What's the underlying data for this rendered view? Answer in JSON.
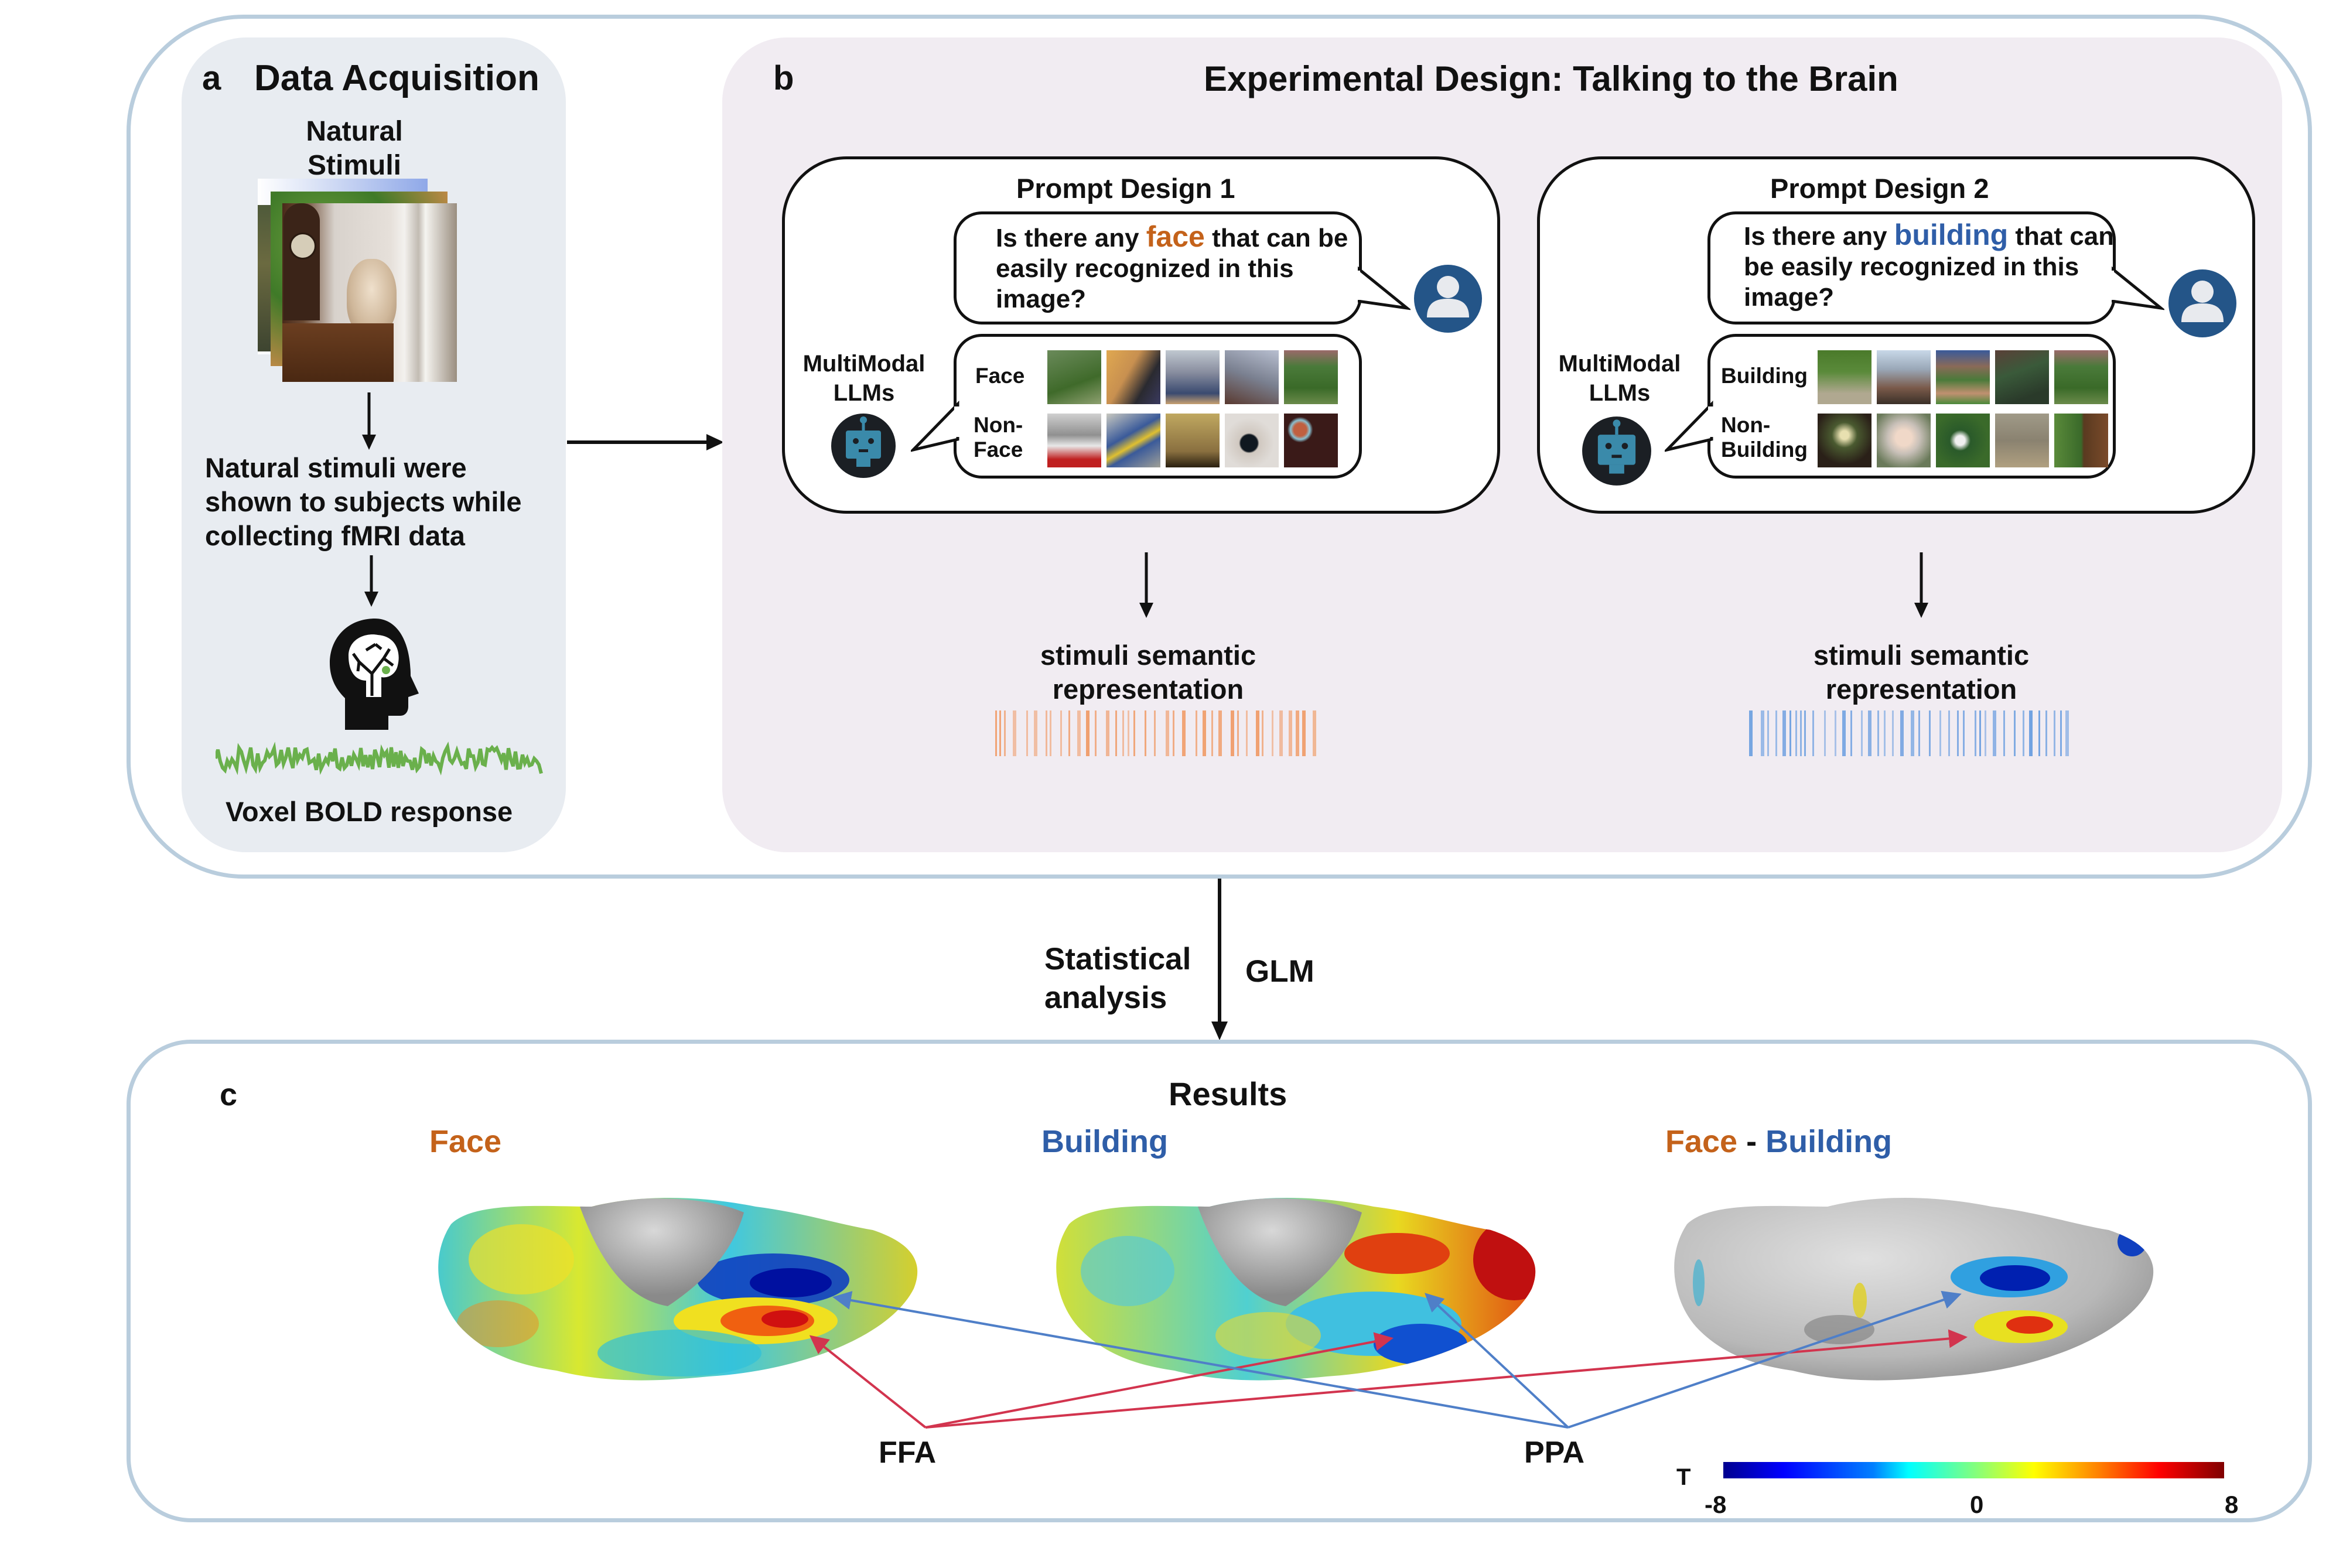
{
  "panel_a": {
    "letter": "a",
    "title": "Data Acquisition",
    "stimuli_label_line1": "Natural",
    "stimuli_label_line2": "Stimuli",
    "description_lines": [
      "Natural stimuli were",
      "shown to subjects while",
      "collecting fMRI data"
    ],
    "bold_label": "Voxel BOLD response",
    "icons": [
      "stimulus-image-stack",
      "head-brain-icon",
      "bold-signal-trace"
    ]
  },
  "panel_b": {
    "letter": "b",
    "title": "Experimental Design: Talking to the Brain",
    "prompts": [
      {
        "title": "Prompt Design 1",
        "question_prefix": "Is there any ",
        "keyword": "face",
        "question_suffix_line1": " that can be",
        "question_line2": "easily recognized in this",
        "question_line3": "image?",
        "model_label_line1": "MultiModal",
        "model_label_line2": "LLMs",
        "row1_label": "Face",
        "row2_label_line1": "Non-",
        "row2_label_line2": "Face",
        "representation_line1": "stimuli semantic",
        "representation_line2": "representation",
        "keyword_color": "#c4621a",
        "barcode_color": "#f0a070"
      },
      {
        "title": "Prompt Design 2",
        "question_prefix": "Is there any ",
        "keyword": "building",
        "question_suffix_line1": " that can",
        "question_line2": "be easily recognized in this",
        "question_line3": "image?",
        "model_label_line1": "MultiModal",
        "model_label_line2": "LLMs",
        "row1_label": "Building",
        "row2_label_line1": "Non-",
        "row2_label_line2": "Building",
        "representation_line1": "stimuli semantic",
        "representation_line2": "representation",
        "keyword_color": "#2f5ea8",
        "barcode_color": "#6d9fe0"
      }
    ]
  },
  "analysis": {
    "left_line1": "Statistical",
    "left_line2": "analysis",
    "right": "GLM"
  },
  "panel_c": {
    "letter": "c",
    "title": "Results",
    "maps": [
      {
        "label": "Face",
        "color": "#c4621a"
      },
      {
        "label": "Building",
        "color": "#2f5ea8"
      },
      {
        "label_a": "Face",
        "sep": " - ",
        "label_b": "Building"
      }
    ],
    "roi_labels": {
      "ffa": "FFA",
      "ppa": "PPA"
    },
    "roi_colors": {
      "ffa": "#d2344e",
      "ppa": "#4f7fc8"
    },
    "colorbar": {
      "title": "T",
      "min_label": "-8",
      "mid_label": "0",
      "max_label": "8",
      "range": [
        -8,
        8
      ],
      "colormap": "jet"
    }
  }
}
